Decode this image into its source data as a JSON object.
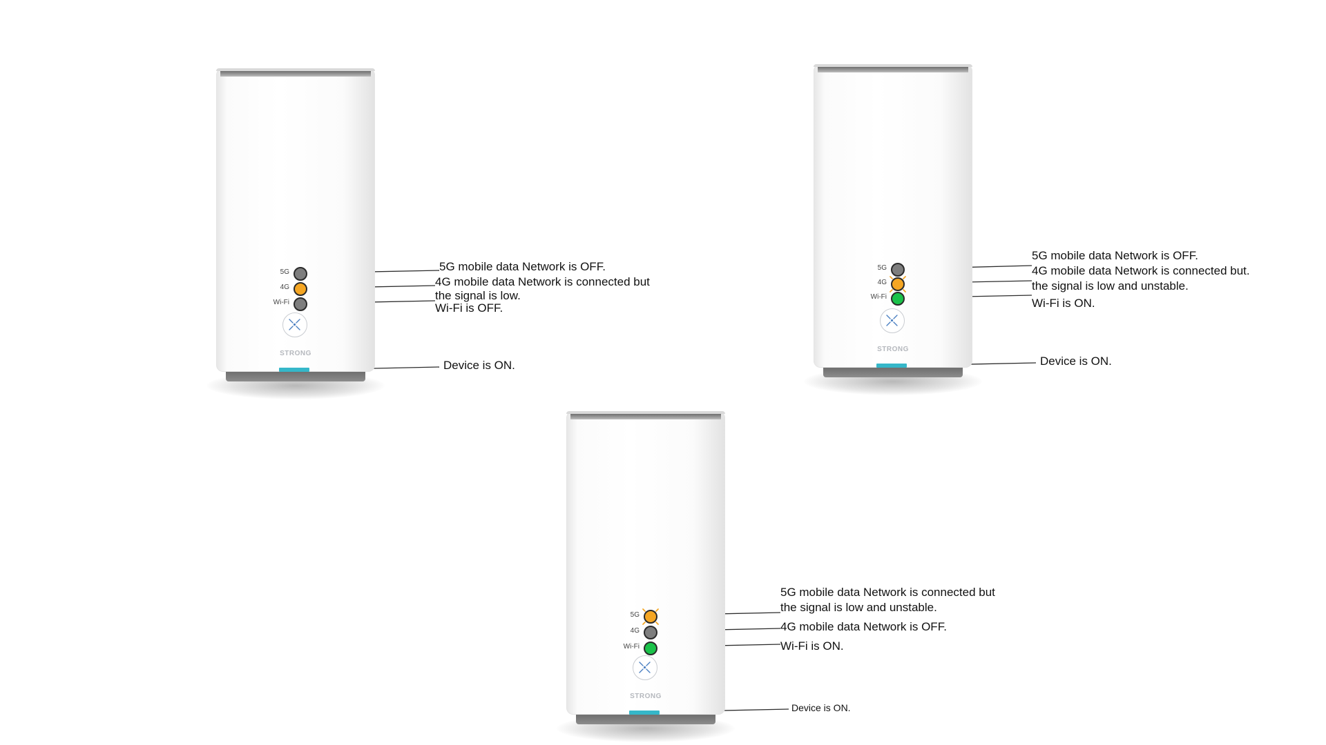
{
  "devices": [
    {
      "brand": "STRONG",
      "leds": [
        {
          "label": "5G",
          "state": "off",
          "color": "#7e7e7e"
        },
        {
          "label": "4G",
          "state": "on",
          "color": "#f5a623"
        },
        {
          "label": "Wi-Fi",
          "state": "off",
          "color": "#7e7e7e"
        }
      ],
      "callouts": {
        "led_5g": "5G mobile data Network is OFF.",
        "led_4g_line1": "4G mobile data Network is connected but",
        "led_4g_line2": "the signal is low.",
        "led_wifi": "Wi-Fi is OFF.",
        "power": "Device is ON."
      }
    },
    {
      "brand": "STRONG",
      "leds": [
        {
          "label": "5G",
          "state": "off",
          "color": "#7e7e7e"
        },
        {
          "label": "4G",
          "state": "blinking",
          "color": "#f5a623"
        },
        {
          "label": "Wi-Fi",
          "state": "on",
          "color": "#1bc24a"
        }
      ],
      "callouts": {
        "led_5g": "5G mobile data Network is OFF.",
        "led_4g_line1": "4G mobile data Network is connected but.",
        "led_4g_line2": "the signal is low and unstable.",
        "led_wifi": "Wi-Fi is ON.",
        "power": "Device is ON."
      }
    },
    {
      "brand": "STRONG",
      "leds": [
        {
          "label": "5G",
          "state": "blinking",
          "color": "#f5a623"
        },
        {
          "label": "4G",
          "state": "off",
          "color": "#7e7e7e"
        },
        {
          "label": "Wi-Fi",
          "state": "on",
          "color": "#1bc24a"
        }
      ],
      "callouts": {
        "led_5g_line1": "5G mobile data Network is connected but",
        "led_5g_line2": "the signal is low and unstable.",
        "led_4g": "4G mobile data Network is OFF.",
        "led_wifi": "Wi-Fi is ON.",
        "power": "Device is ON."
      }
    }
  ],
  "colors": {
    "power_led": "#35b7c9",
    "led_off": "#7e7e7e",
    "led_orange": "#f5a623",
    "led_green": "#1bc24a"
  }
}
